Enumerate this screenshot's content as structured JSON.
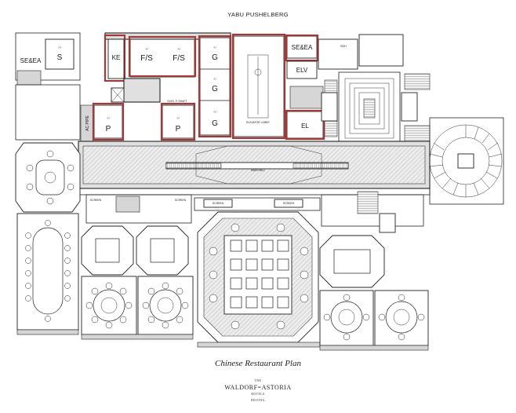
{
  "header": {
    "firm": "YABU PUSHELBERG"
  },
  "rooms": {
    "se_ea_left": "SE&EA",
    "s": "S",
    "ke": "KE",
    "fs_1": "F/S",
    "fs_2": "F/S",
    "g_1": "G",
    "g_2": "G",
    "g_3": "G",
    "p_1": "P",
    "p_2": "P",
    "ac_pipe": "AC PIPE",
    "elev_shaft": "ELEV. P. SHAFT",
    "elevator_lobby": "ELEVATOR LOBBY",
    "se_ea_right": "SE&EA",
    "elv": "ELV",
    "el": "EL",
    "boh": "BOH",
    "qq": "??",
    "main_hall": "MAIN HALL",
    "screen": "SCREEN"
  },
  "footer": {
    "caption": "Chinese Restaurant Plan",
    "brand_the": "THE",
    "brand_name": "WALDORF=ASTORIA",
    "brand_sub": "HOTELS",
    "brand_city": "BEIJING"
  }
}
